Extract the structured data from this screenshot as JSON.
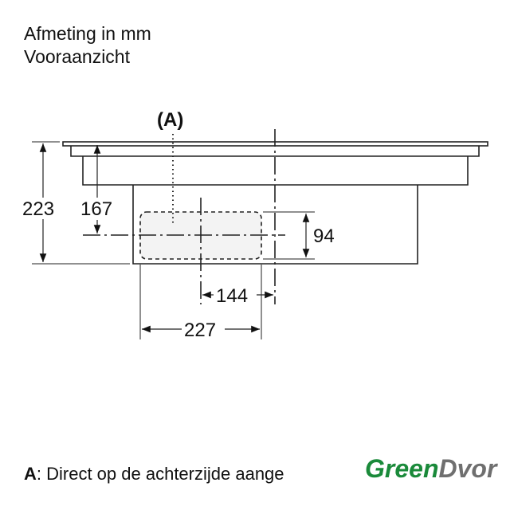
{
  "header": {
    "line1": "Afmeting in mm",
    "line2": "Vooraanzicht"
  },
  "diagram": {
    "marker_label": "(A)",
    "dimensions": {
      "total_height": "223",
      "connection_height": "167",
      "opening_height": "94",
      "offset_width": "144",
      "opening_width": "227"
    }
  },
  "footer": {
    "key": "A",
    "text": ": Direct op de achterzijde aange"
  },
  "watermark": {
    "part1": "Green",
    "part2": "Dvor",
    "color_green": "#1a8a3a",
    "color_gray": "#6f6f6f"
  }
}
